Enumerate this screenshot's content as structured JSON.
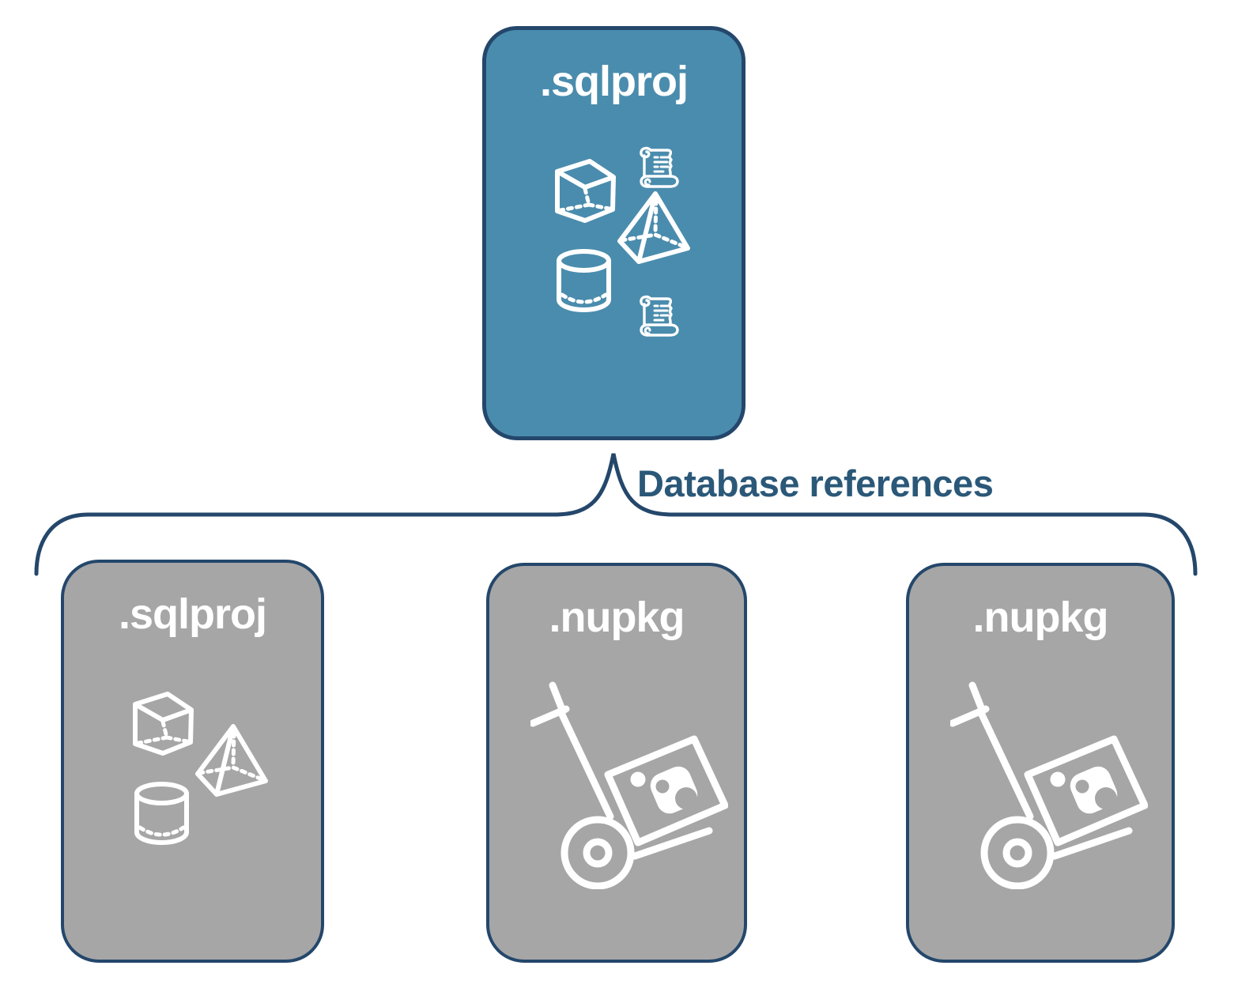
{
  "diagram": {
    "root": {
      "label": ".sqlproj",
      "icons": [
        "script-scroll-icon",
        "cube-icon",
        "pyramid-icon",
        "cylinder-icon",
        "script-scroll-icon"
      ]
    },
    "connector": {
      "label": "Database references"
    },
    "children": [
      {
        "label": ".sqlproj",
        "icons": [
          "cube-icon",
          "pyramid-icon",
          "cylinder-icon"
        ]
      },
      {
        "label": ".nupkg",
        "icons": [
          "package-dolly-icon"
        ]
      },
      {
        "label": ".nupkg",
        "icons": [
          "package-dolly-icon"
        ]
      }
    ],
    "colors": {
      "root_fill": "#4A8CAD",
      "child_fill": "#A6A6A6",
      "outline": "#24476B",
      "connector_text": "#2B5878",
      "icon": "#FFFFFF",
      "background": "#FFFFFF"
    }
  }
}
